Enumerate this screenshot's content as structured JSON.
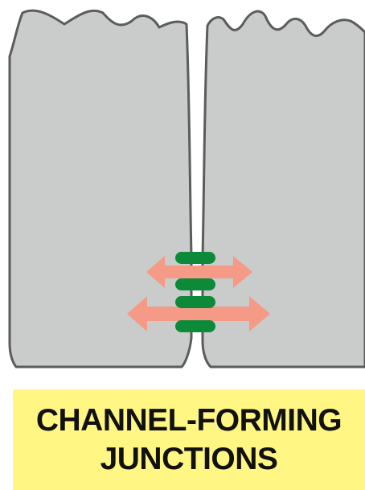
{
  "caption": {
    "line1": "CHANNEL-FORMING",
    "line2": "JUNCTIONS"
  },
  "diagram": {
    "cells": [
      {
        "name": "left-cell"
      },
      {
        "name": "right-cell"
      }
    ],
    "junction_channels": 4,
    "exchange_arrows": 2
  },
  "colors": {
    "cell_fill": "#c9cccb",
    "cell_outline": "#5b5d5d",
    "channel": "#0c8a3a",
    "arrow": "#f59a86",
    "caption_background": "#fff683",
    "caption_text": "#111111"
  }
}
